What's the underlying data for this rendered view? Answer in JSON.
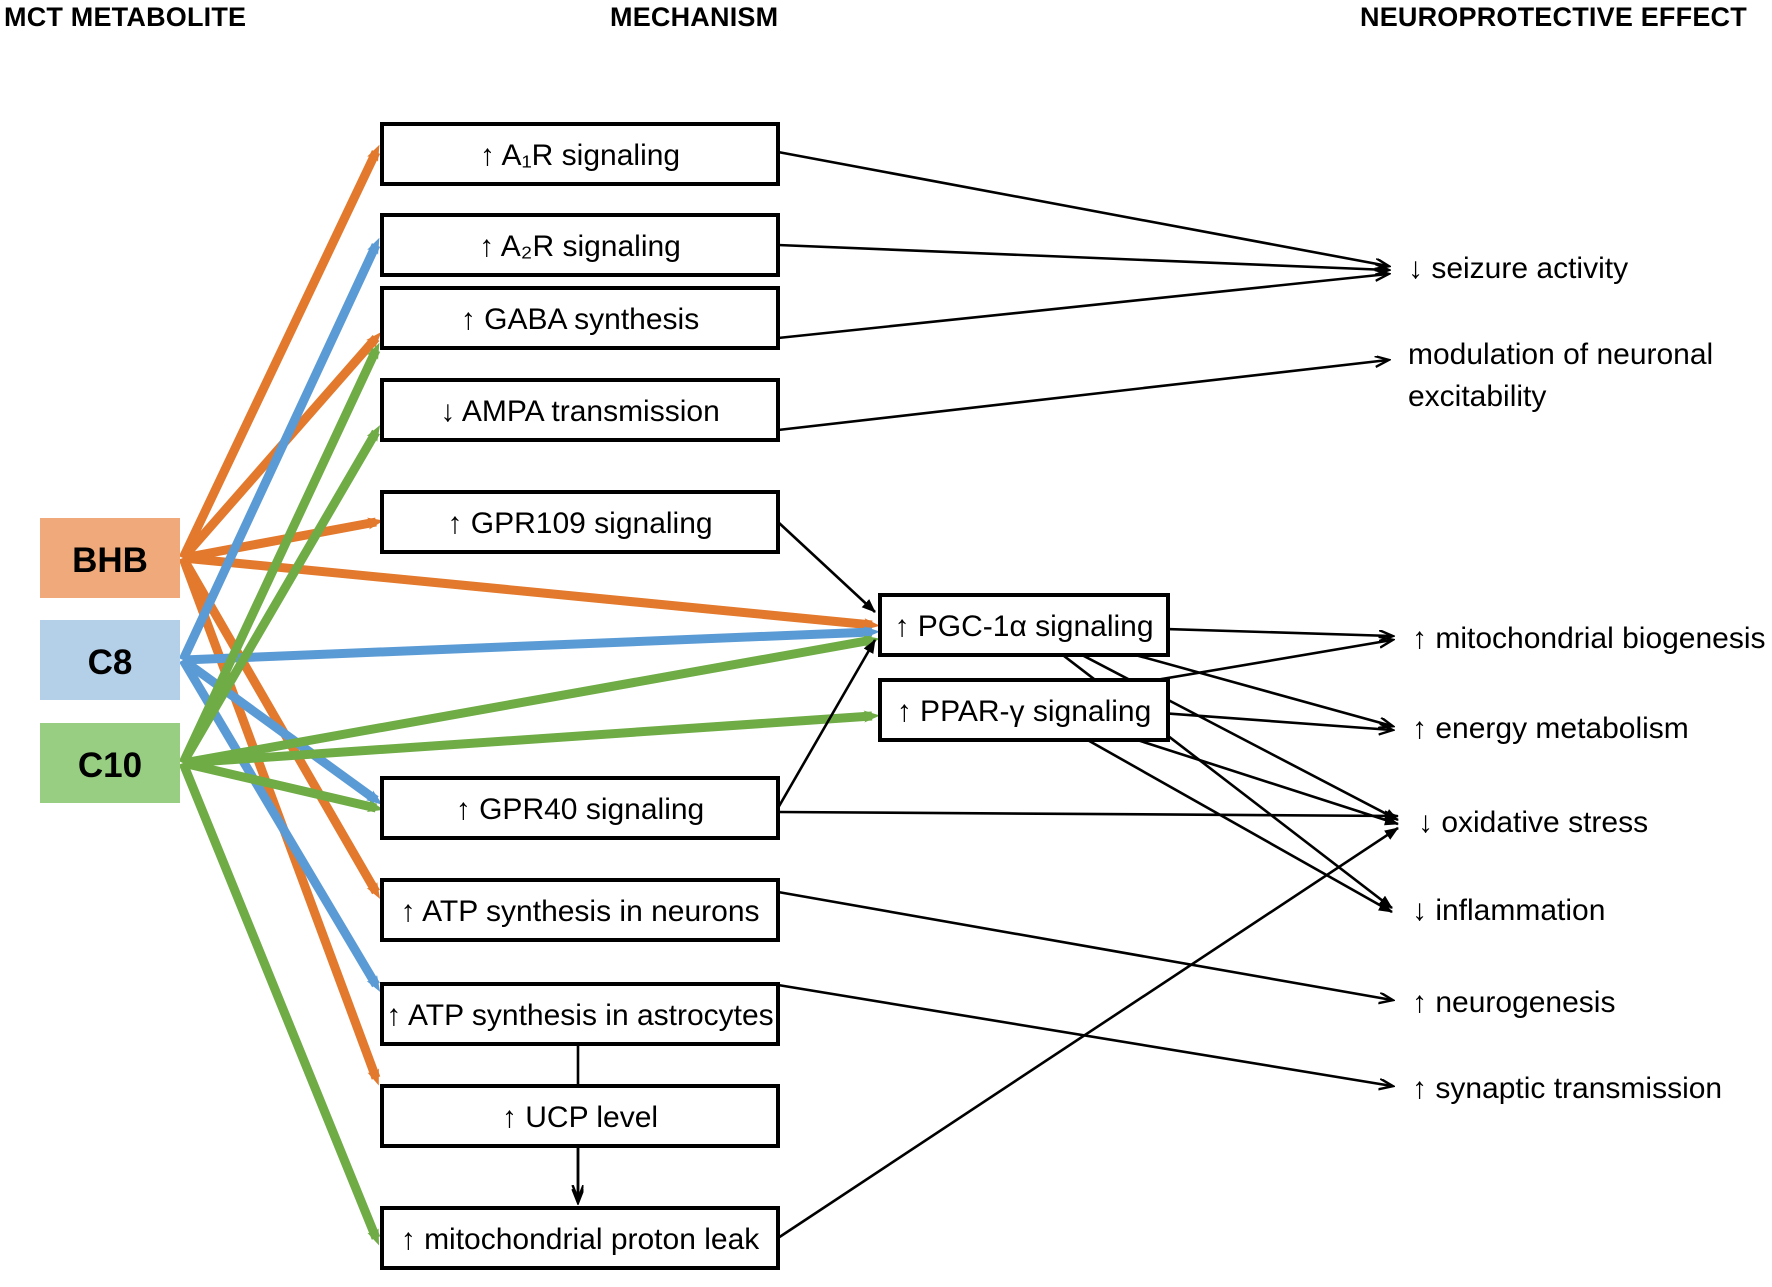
{
  "columns": {
    "metabolite": "MCT METABOLITE",
    "mechanism": "MECHANISM",
    "effect": "NEUROPROTECTIVE EFFECT"
  },
  "colors": {
    "bhb_fill": "#EFA97A",
    "c8_fill": "#B4CFE8",
    "c10_fill": "#97CE82",
    "bhb_arrow": "#E3792C",
    "c8_arrow": "#5B9BD5",
    "c10_arrow": "#6FAC46",
    "box_stroke": "#000000",
    "box_fill": "#FFFFFF",
    "line": "#000000"
  },
  "metabolites": [
    {
      "id": "bhb",
      "label": "BHB",
      "fill": "#EFA97A",
      "arrow": "#E3792C"
    },
    {
      "id": "c8",
      "label": "C8",
      "fill": "#B4CFE8",
      "arrow": "#5B9BD5"
    },
    {
      "id": "c10",
      "label": "C10",
      "fill": "#97CE82",
      "arrow": "#6FAC46"
    }
  ],
  "mechanisms": [
    {
      "id": "a1r",
      "label": "↑ A₁R signaling"
    },
    {
      "id": "a2r",
      "label": "↑ A₂R signaling"
    },
    {
      "id": "gaba",
      "label": "↑ GABA synthesis"
    },
    {
      "id": "ampa",
      "label": "↓ AMPA transmission"
    },
    {
      "id": "gpr109",
      "label": "↑ GPR109 signaling"
    },
    {
      "id": "pgc1a",
      "label": "↑ PGC-1α signaling"
    },
    {
      "id": "ppary",
      "label": "↑ PPAR-γ signaling"
    },
    {
      "id": "gpr40",
      "label": "↑ GPR40 signaling"
    },
    {
      "id": "atpneur",
      "label": "↑ ATP synthesis in neurons"
    },
    {
      "id": "atpastro",
      "label": "↑ ATP synthesis in astrocytes"
    },
    {
      "id": "ucp",
      "label": "↑ UCP level"
    },
    {
      "id": "leak",
      "label": "↑ mitochondrial proton leak"
    }
  ],
  "effects": [
    {
      "id": "seizure",
      "label": "↓ seizure activity"
    },
    {
      "id": "excit1",
      "label": "modulation of neuronal"
    },
    {
      "id": "excit2",
      "label": "excitability"
    },
    {
      "id": "biogen",
      "label": "↑ mitochondrial biogenesis"
    },
    {
      "id": "energy",
      "label": "↑ energy metabolism"
    },
    {
      "id": "oxidative",
      "label": "↓ oxidative stress"
    },
    {
      "id": "inflam",
      "label": "↓ inflammation"
    },
    {
      "id": "neurogen",
      "label": "↑ neurogenesis"
    },
    {
      "id": "synaptic",
      "label": "↑ synaptic transmission"
    }
  ],
  "edges_metabolite_to_mechanism": [
    {
      "from": "bhb",
      "to": "a1r"
    },
    {
      "from": "bhb",
      "to": "gaba"
    },
    {
      "from": "bhb",
      "to": "gpr109"
    },
    {
      "from": "bhb",
      "to": "pgc1a"
    },
    {
      "from": "bhb",
      "to": "atpneur"
    },
    {
      "from": "bhb",
      "to": "ucp"
    },
    {
      "from": "c8",
      "to": "a2r"
    },
    {
      "from": "c8",
      "to": "gpr40"
    },
    {
      "from": "c8",
      "to": "pgc1a"
    },
    {
      "from": "c8",
      "to": "atpastro"
    },
    {
      "from": "c10",
      "to": "gaba"
    },
    {
      "from": "c10",
      "to": "ampa"
    },
    {
      "from": "c10",
      "to": "gpr40"
    },
    {
      "from": "c10",
      "to": "pgc1a"
    },
    {
      "from": "c10",
      "to": "ppary"
    },
    {
      "from": "c10",
      "to": "leak"
    }
  ],
  "edges_mechanism_to_effect": [
    {
      "from": "a1r",
      "to": "seizure"
    },
    {
      "from": "a2r",
      "to": "seizure"
    },
    {
      "from": "gaba",
      "to": "seizure"
    },
    {
      "from": "ampa",
      "to": "excit"
    },
    {
      "from": "gpr109",
      "to": "pgc1a"
    },
    {
      "from": "gpr40",
      "to": "pgc1a"
    },
    {
      "from": "ucp",
      "to": "leak"
    },
    {
      "from": "pgc1a",
      "to": "biogen"
    },
    {
      "from": "pgc1a",
      "to": "energy"
    },
    {
      "from": "pgc1a",
      "to": "oxidative"
    },
    {
      "from": "pgc1a",
      "to": "inflam"
    },
    {
      "from": "ppary",
      "to": "biogen"
    },
    {
      "from": "ppary",
      "to": "energy"
    },
    {
      "from": "ppary",
      "to": "oxidative"
    },
    {
      "from": "ppary",
      "to": "inflam"
    },
    {
      "from": "atpneur",
      "to": "neurogen"
    },
    {
      "from": "atpastro",
      "to": "synaptic"
    },
    {
      "from": "leak",
      "to": "oxidative"
    },
    {
      "from": "gpr40",
      "to": "oxidative"
    }
  ]
}
